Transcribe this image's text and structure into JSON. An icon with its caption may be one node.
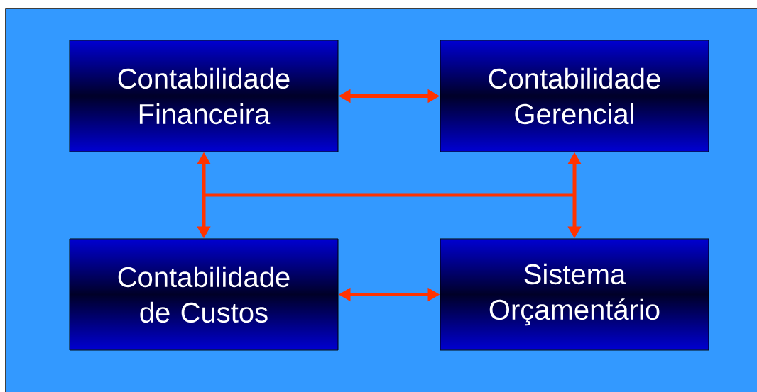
{
  "diagram": {
    "nodes": [
      {
        "text": [
          "Contabilidade Financeira"
        ]
      },
      {
        "text": [
          "Contabilidade Gerencial"
        ]
      },
      {
        "text": [
          "Contabilidade de Custos"
        ]
      },
      {
        "text": [
          "Sistema Orçamentário"
        ]
      }
    ],
    "edges": [
      {
        "from": 0,
        "to": 1,
        "arrow": "both"
      },
      {
        "from": 2,
        "to": 3,
        "arrow": "both"
      },
      {
        "from": 0,
        "to": 2,
        "arrow": "both"
      },
      {
        "from": 1,
        "to": 3,
        "arrow": "both"
      },
      {
        "from": 0,
        "to": 3,
        "arrow": "both"
      },
      {
        "from": 2,
        "to": 1,
        "arrow": "both"
      }
    ]
  }
}
